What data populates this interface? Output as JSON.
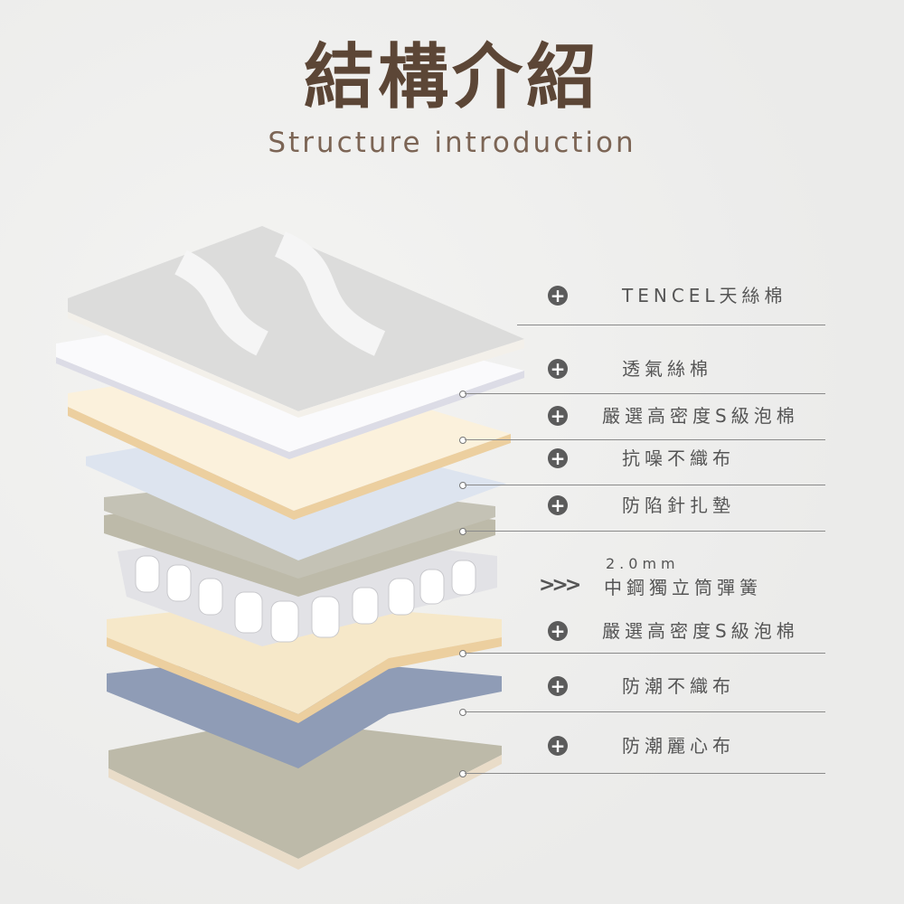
{
  "title": "結構介紹",
  "subtitle": "Structure introduction",
  "layers": [
    {
      "label": "TENCEL天絲棉",
      "icon": "plus-icon"
    },
    {
      "label": "透氣絲棉",
      "icon": "plus-icon"
    },
    {
      "label": "嚴選高密度S級泡棉",
      "icon": "plus-icon"
    },
    {
      "label": "抗噪不織布",
      "icon": "plus-icon"
    },
    {
      "label": "防陷針扎墊",
      "icon": "plus-icon"
    },
    {
      "label": "中鋼獨立筒彈簧",
      "sublabel": "2.0mm",
      "icon": "triple-chevron-icon"
    },
    {
      "label": "嚴選高密度S級泡棉",
      "icon": "plus-icon"
    },
    {
      "label": "防潮不織布",
      "icon": "plus-icon"
    },
    {
      "label": "防潮麗心布",
      "icon": "plus-icon"
    }
  ],
  "colors": {
    "title": "#5c4636",
    "text": "#555555",
    "foam": "#f6e7c8",
    "blue": "#8e9bb5",
    "felt": "#bdbbae"
  }
}
